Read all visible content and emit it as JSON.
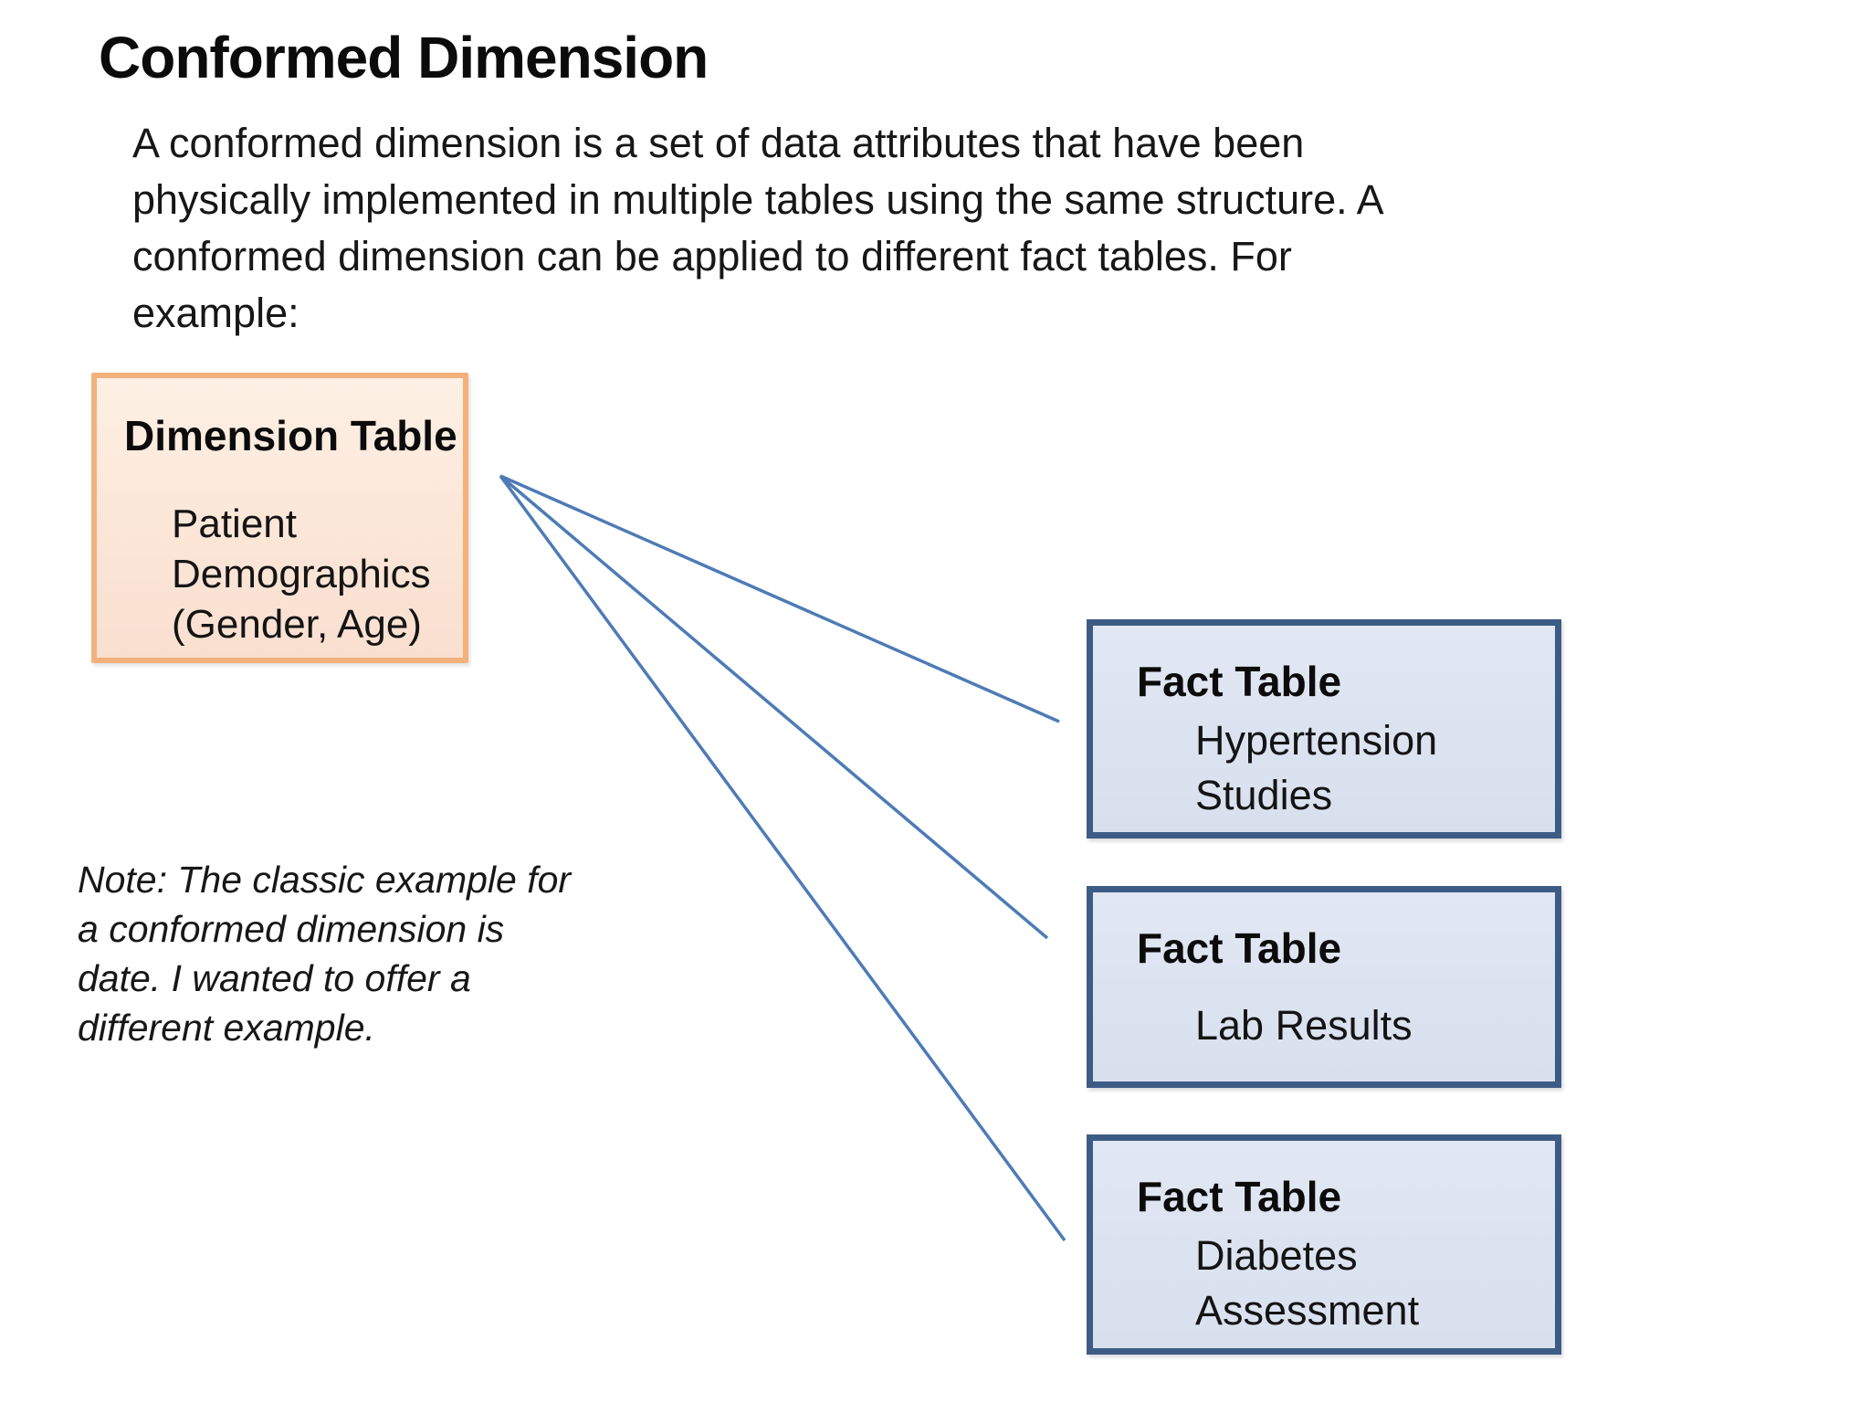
{
  "slide": {
    "title": "Conformed Dimension",
    "intro_lines": [
      "A conformed dimension is a set of data attributes that have been",
      "physically implemented in multiple tables using the same structure. A",
      "conformed dimension can be applied to different fact tables. For",
      "example:"
    ],
    "note_lines": [
      "Note: The classic example for",
      "a conformed dimension is",
      "date. I wanted to offer a",
      "different example."
    ]
  },
  "diagram": {
    "dimension_table": {
      "title": "Dimension Table",
      "lines": [
        "Patient",
        "Demographics",
        "(Gender, Age)"
      ]
    },
    "fact_tables": [
      {
        "title": "Fact Table",
        "lines": [
          "Hypertension",
          "Studies"
        ]
      },
      {
        "title": "Fact Table",
        "lines": [
          "Lab Results"
        ]
      },
      {
        "title": "Fact Table",
        "lines": [
          "Diabetes",
          "Assessment"
        ]
      }
    ],
    "colors": {
      "dimension_border": "#F2B17C",
      "dimension_fill": "#FBE6D7",
      "fact_border": "#3D5C85",
      "fact_fill": "#DCE3F0",
      "connector": "#4E7BB5",
      "text": "#141414"
    }
  }
}
